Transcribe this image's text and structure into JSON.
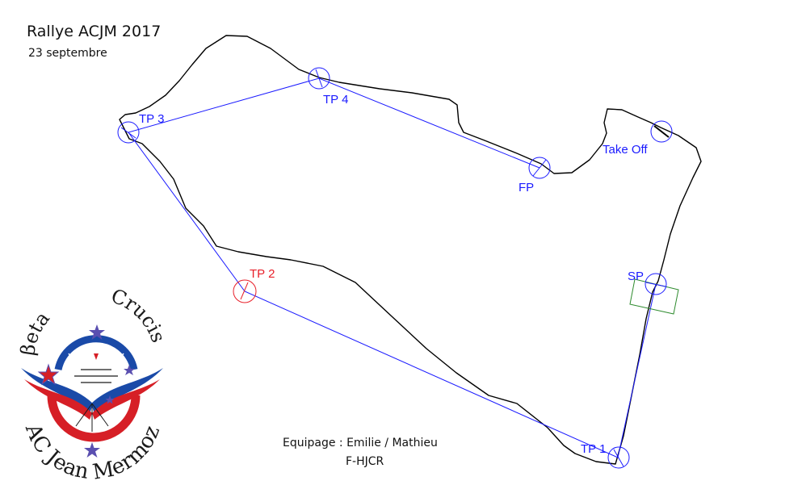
{
  "header": {
    "title": "Rallye ACJM 2017",
    "date": "23 septembre"
  },
  "footer": {
    "crew": "Equipage : Emilie / Mathieu",
    "aircraft": "F-HJCR"
  },
  "waypoints": {
    "tp3": "TP 3",
    "tp4": "TP 4",
    "fp": "FP",
    "takeoff": "Take Off",
    "tp2": "TP 2",
    "sp": "SP",
    "tp1": "TP 1"
  },
  "logo": {
    "top_left": "βeta",
    "top_right": "Crucis",
    "bottom": "AC Jean Mermoz"
  },
  "colors": {
    "route": "#1a1aff",
    "tp2": "#e8202a",
    "track": "#000000",
    "start_box": "#2e8b2e",
    "logo_blue": "#1a4aa8",
    "logo_red": "#d61f26",
    "logo_star": "#5a4fb0"
  }
}
